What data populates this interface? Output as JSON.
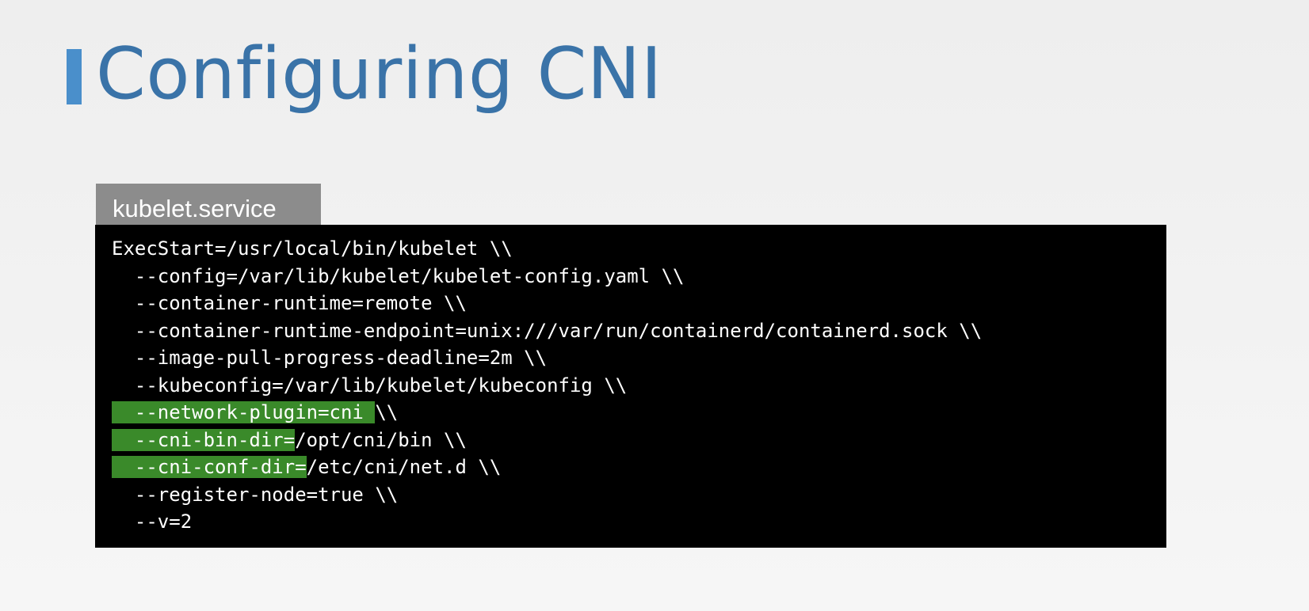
{
  "slide": {
    "title": "Configuring CNI"
  },
  "file": {
    "name": "kubelet.service"
  },
  "code": {
    "lines": [
      {
        "highlight": "",
        "rest": "ExecStart=/usr/local/bin/kubelet \\\\"
      },
      {
        "highlight": "",
        "rest": "  --config=/var/lib/kubelet/kubelet-config.yaml \\\\"
      },
      {
        "highlight": "",
        "rest": "  --container-runtime=remote \\\\"
      },
      {
        "highlight": "",
        "rest": "  --container-runtime-endpoint=unix:///var/run/containerd/containerd.sock \\\\"
      },
      {
        "highlight": "",
        "rest": "  --image-pull-progress-deadline=2m \\\\"
      },
      {
        "highlight": "",
        "rest": "  --kubeconfig=/var/lib/kubelet/kubeconfig \\\\"
      },
      {
        "highlight": "  --network-plugin=cni ",
        "rest": "\\\\"
      },
      {
        "highlight": "  --cni-bin-dir=",
        "rest": "/opt/cni/bin \\\\"
      },
      {
        "highlight": "  --cni-conf-dir=",
        "rest": "/etc/cni/net.d \\\\"
      },
      {
        "highlight": "",
        "rest": "  --register-node=true \\\\"
      },
      {
        "highlight": "",
        "rest": "  --v=2"
      }
    ]
  },
  "colors": {
    "title": "#3a73a8",
    "accent_bar": "#4a8fcb",
    "tab_background": "#8c8c8c",
    "code_background": "#000000",
    "highlight": "#3a8a2a"
  }
}
